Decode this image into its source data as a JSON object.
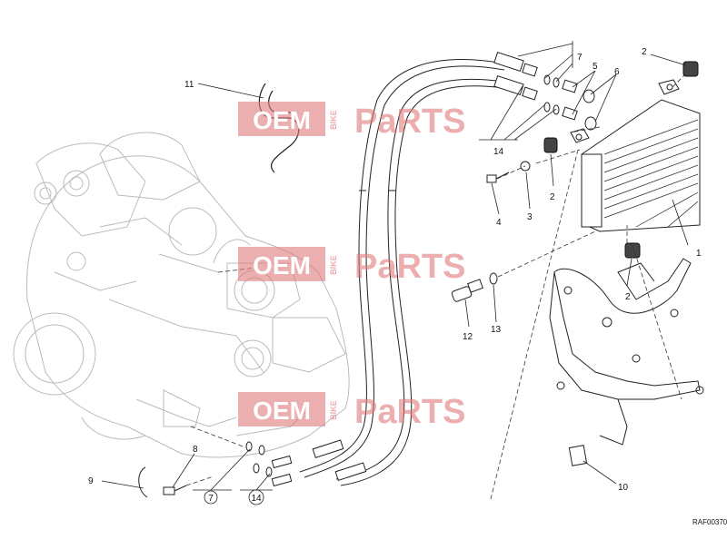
{
  "diagram": {
    "drawing_code": "RAF00370",
    "watermark": {
      "left": "OEM",
      "middle": "BIKE",
      "right": "PaRTS",
      "bg_color": "#e07a7a",
      "text_color": "#ffffff"
    },
    "line_color": "#222222",
    "callouts": [
      {
        "id": "c1",
        "text": "1"
      },
      {
        "id": "c2a",
        "text": "2"
      },
      {
        "id": "c2b",
        "text": "2"
      },
      {
        "id": "c2c",
        "text": "2"
      },
      {
        "id": "c3",
        "text": "3"
      },
      {
        "id": "c4",
        "text": "4"
      },
      {
        "id": "c5",
        "text": "5"
      },
      {
        "id": "c6",
        "text": "6"
      },
      {
        "id": "c7",
        "text": "7"
      },
      {
        "id": "c8",
        "text": "8"
      },
      {
        "id": "c9",
        "text": "9"
      },
      {
        "id": "c10",
        "text": "10"
      },
      {
        "id": "c11",
        "text": "11"
      },
      {
        "id": "c12",
        "text": "12"
      },
      {
        "id": "c13",
        "text": "13"
      },
      {
        "id": "c14",
        "text": "14"
      },
      {
        "id": "c7b",
        "text": "7"
      },
      {
        "id": "c14b",
        "text": "14"
      }
    ]
  }
}
